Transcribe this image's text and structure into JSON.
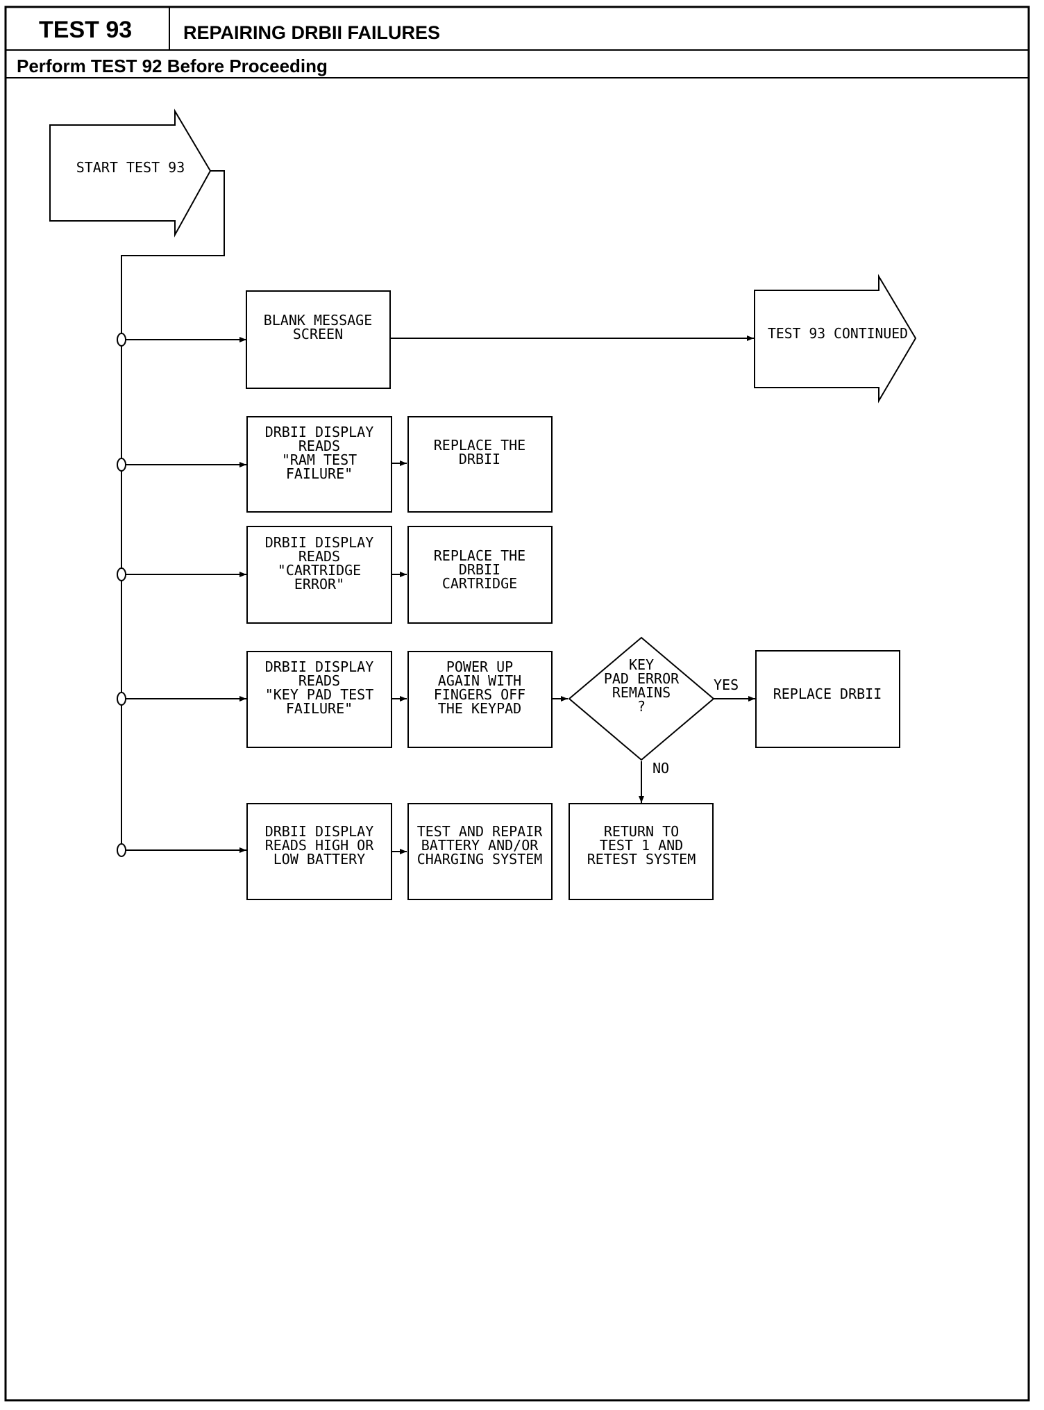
{
  "header": {
    "test_number": "TEST 93",
    "title": "REPAIRING DRBII FAILURES",
    "prerequisite": "Perform TEST 92 Before Proceeding"
  },
  "flowchart": {
    "start": [
      "START TEST 93"
    ],
    "continued": [
      "TEST 93 CONTINUED"
    ],
    "blank_message": [
      "BLANK MESSAGE",
      "SCREEN"
    ],
    "ram_failure": [
      "DRBII DISPLAY",
      "READS",
      "\"RAM TEST",
      "FAILURE\""
    ],
    "replace_drbii_1": [
      "REPLACE THE",
      "DRBII"
    ],
    "cartridge_error": [
      "DRBII DISPLAY",
      "READS",
      "\"CARTRIDGE",
      "ERROR\""
    ],
    "replace_cartridge": [
      "REPLACE THE",
      "DRBII",
      "CARTRIDGE"
    ],
    "keypad_failure": [
      "DRBII DISPLAY",
      "READS",
      "\"KEY PAD TEST",
      "FAILURE\""
    ],
    "power_up": [
      "POWER UP",
      "AGAIN WITH",
      "FINGERS OFF",
      "THE KEYPAD"
    ],
    "decision": [
      "KEY",
      "PAD ERROR",
      "REMAINS",
      "?"
    ],
    "yes_label": "YES",
    "no_label": "NO",
    "replace_drbii_2": [
      "REPLACE DRBII"
    ],
    "battery": [
      "DRBII DISPLAY",
      "READS HIGH OR",
      "LOW BATTERY"
    ],
    "test_repair": [
      "TEST AND REPAIR",
      "BATTERY AND/OR",
      "CHARGING SYSTEM"
    ],
    "return_test": [
      "RETURN TO",
      "TEST 1 AND",
      "RETEST SYSTEM"
    ]
  }
}
